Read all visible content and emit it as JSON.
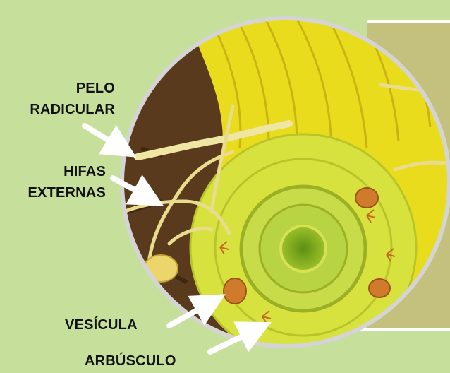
{
  "labels": {
    "pelo_line1": "PELO",
    "pelo_line2": "RADICULAR",
    "hifas_line1": "HIFAS",
    "hifas_line2": "EXTERNAS",
    "vesicula": "VESÍCULA",
    "arbusculo": "ARBÚSCULO"
  },
  "colors": {
    "background": "#c6df9b",
    "panel": "#c4c07e",
    "soil": "#5a3a1c",
    "root_tissue": "#e8dc1c",
    "cortex_cells": "#d7e23f",
    "stele": "#7aa51c",
    "vesicle": "#d07a2c",
    "arrow": "#ffffff"
  }
}
